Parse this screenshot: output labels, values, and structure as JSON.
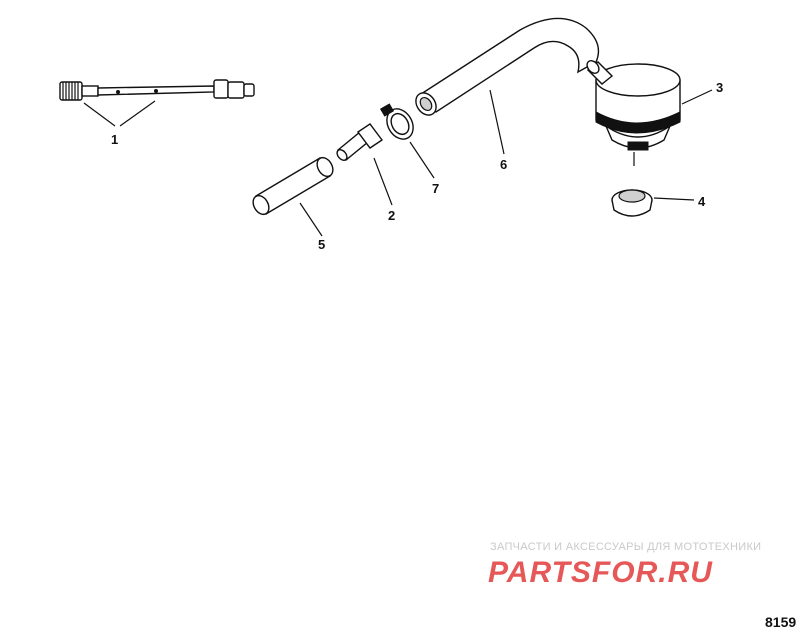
{
  "callouts": {
    "c1": "1",
    "c2": "2",
    "c3": "3",
    "c4": "4",
    "c5": "5",
    "c6": "6",
    "c7": "7"
  },
  "watermark": {
    "caption": "ЗАПЧАСТИ И АКСЕССУАРЫ ДЛЯ МОТОТЕХНИКИ",
    "logo_text": "PARTSFOR.RU",
    "color": "#e23b3b"
  },
  "diagram_number": "8159"
}
